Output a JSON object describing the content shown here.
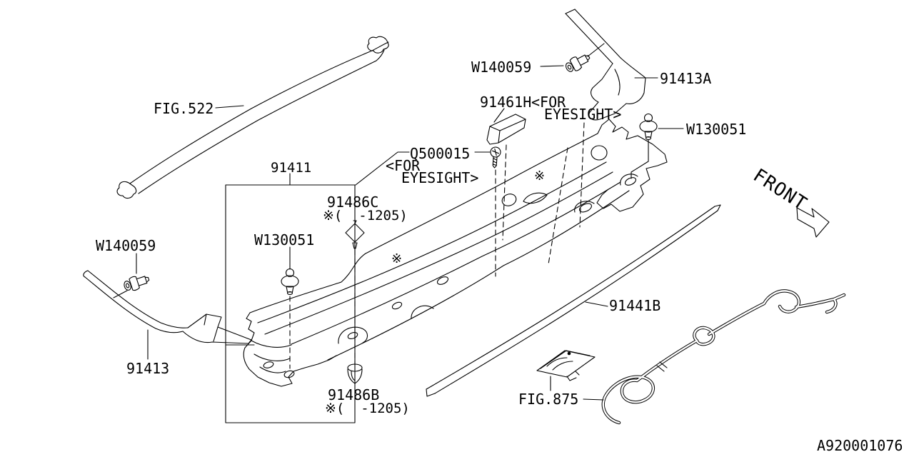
{
  "page": {
    "background": "#ffffff",
    "ink": "#000000"
  },
  "diagram": {
    "doc_code": "A920001076",
    "front_indicator": "FRONT",
    "callouts": {
      "fig522": "FIG.522",
      "w140059_top": "W140059",
      "p91413a": "91413A",
      "p91461h": "91461H",
      "p91461h_for": "<FOR",
      "p91461h_eyesight": "EYESIGHT>",
      "w130051_right": "W130051",
      "q500015": "Q500015",
      "q500015_for": "<FOR",
      "q500015_eyesight": "EYESIGHT>",
      "p91411": "91411",
      "p91486c": "91486C",
      "p91486c_note": "※(  -1205)",
      "w130051_center": "W130051",
      "w140059_left": "W140059",
      "p91413": "91413",
      "p91486b": "91486B",
      "p91486b_note": "※(  -1205)",
      "p91441b": "91441B",
      "fig875": "FIG.875",
      "ref_mark_a": "※",
      "ref_mark_b": "※"
    }
  }
}
